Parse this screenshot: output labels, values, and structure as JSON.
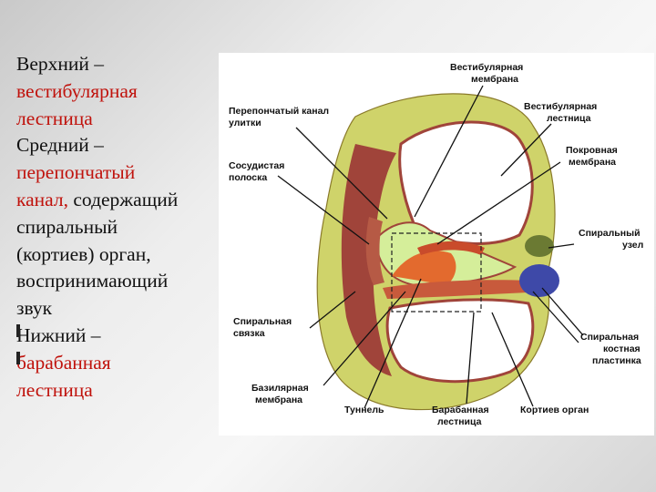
{
  "text_panel": {
    "upper": {
      "label": "Верхний –",
      "desc_1": "вестибулярная",
      "desc_2": "лестница"
    },
    "middle": {
      "label": "Средний –",
      "desc_red_1": "перепончатый",
      "desc_red_2": "канал,",
      "desc_rest_2": " содержащий",
      "desc_3": "спиральный",
      "desc_4": "(кортиев) орган,",
      "desc_5": "воспринимающий",
      "desc_6": "звук"
    },
    "lower": {
      "label": "Нижний –",
      "desc_1": "барабанная",
      "desc_2": "лестница"
    }
  },
  "diagram": {
    "labels": {
      "vestibular_membrane_1": "Вестибулярная",
      "vestibular_membrane_2": "мембрана",
      "cochlear_duct_1": "Перепончатый канал",
      "cochlear_duct_2": "улитки",
      "scala_vestibuli_1": "Вестибулярная",
      "scala_vestibuli_2": "лестница",
      "stria_1": "Сосудистая",
      "stria_2": "полоска",
      "tectorial_1": "Покровная",
      "tectorial_2": "мембрана",
      "spiral_ganglion_1": "Спиральный",
      "spiral_ganglion_2": "узел",
      "spiral_ligament_1": "Спиральная",
      "spiral_ligament_2": "связка",
      "osseous_lamina_1": "Спиральная",
      "osseous_lamina_2": "костная",
      "osseous_lamina_3": "пластинка",
      "basilar_1": "Базилярная",
      "basilar_2": "мембрана",
      "tunnel": "Туннель",
      "scala_tympani_1": "Барабанная",
      "scala_tympani_2": "лестница",
      "organ_of_corti": "Кортиев орган"
    },
    "colors": {
      "bone": "#cfd36a",
      "ligament": "#a0443a",
      "duct": "#d5ee9a",
      "corti": "#e36a2e",
      "nerve": "#3e49a8",
      "ganglion": "#6b7a33"
    }
  }
}
